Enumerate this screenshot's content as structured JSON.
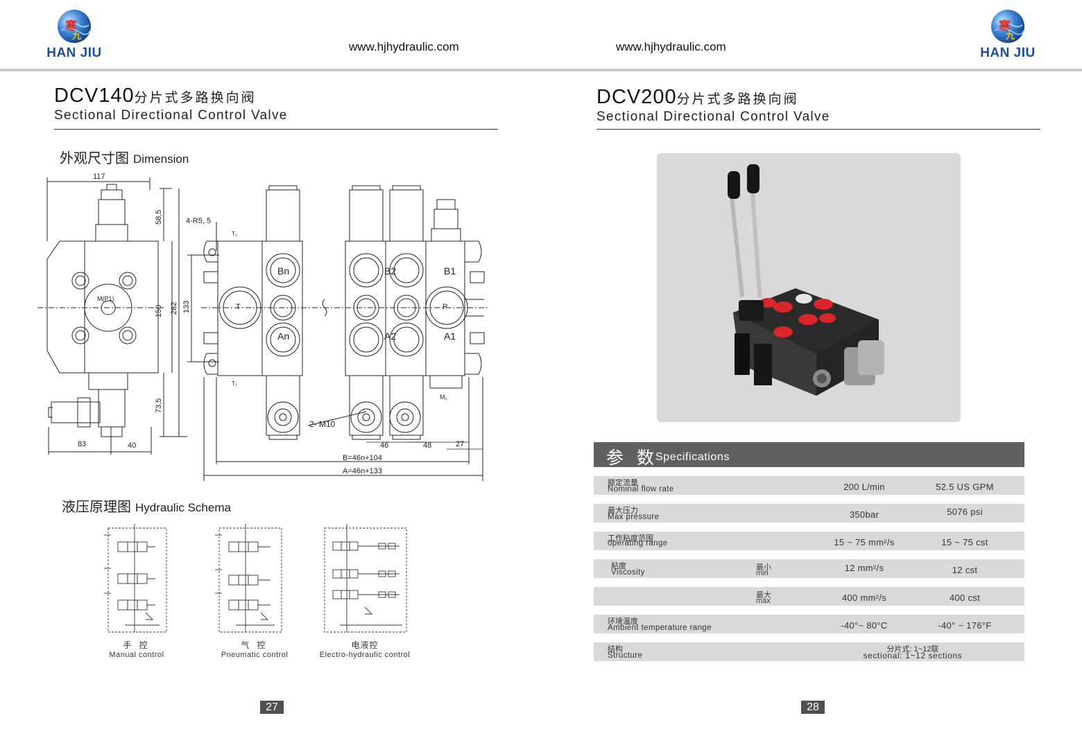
{
  "brand": {
    "name": "HAN JIU",
    "url_left": "www.hjhydraulic.com",
    "url_right": "www.hjhydraulic.com"
  },
  "left_page": {
    "model": "DCV140",
    "title_cn": "分片式多路换向阀",
    "title_en": "Sectional Directional Control Valve",
    "dimension_cn": "外观尺寸图",
    "dimension_en": "Dimension",
    "dims": {
      "d117": "117",
      "d58": "58,5",
      "r": "4-R5, 5",
      "t1": "T₁",
      "t2": "T₂",
      "d150": "150",
      "d282": "282",
      "d133": "133",
      "d73": "73,5",
      "d83": "83",
      "d40": "40",
      "m": "M(P1)",
      "bn": "Bn",
      "an": "An",
      "b2": "B2",
      "a2": "A2",
      "b1": "B1",
      "a1": "A1",
      "t": "T",
      "p": "P",
      "m1": "M₁",
      "m10": "2- M10",
      "d46": "46",
      "d48": "48",
      "d27": "27",
      "bformula": "B=46n+104",
      "aformula": "A=46n+133"
    },
    "schema_cn": "液压原理图",
    "schema_en": "Hydraulic Schema",
    "schemas": [
      {
        "cn": "手  控",
        "en": "Manual control"
      },
      {
        "cn": "气  控",
        "en": "Pneumatic control"
      },
      {
        "cn": "电液控",
        "en": "Electro-hydraulic control"
      }
    ],
    "page_number": "27"
  },
  "right_page": {
    "model": "DCV200",
    "title_cn": "分片式多路换向阀",
    "title_en": "Sectional Directional Control Valve",
    "spec_cn": "参 数",
    "spec_en": "Specifications",
    "specs": [
      {
        "cn": "额定流量",
        "en": "Nominal flow rate",
        "v1": "200 L/min",
        "v2": "52.5 US GPM"
      },
      {
        "cn": "最大压力",
        "en": "Max pressure",
        "v1": "350bar",
        "v2": "5076 psi"
      },
      {
        "cn": "工作粘度范围",
        "en": "operating range",
        "v1": "15 ~ 75 mm²/s",
        "v2": "15 ~ 75 cst"
      },
      {
        "cn": "粘度",
        "en": "Viscosity",
        "qcn": "最小",
        "qen": "min",
        "v1": "12 mm²/s",
        "v2": "12 cst"
      },
      {
        "cn": "",
        "en": "",
        "qcn": "最大",
        "qen": "max",
        "v1": "400 mm²/s",
        "v2": "400 cst"
      },
      {
        "cn": "环境温度",
        "en": "Ambient temperature range",
        "v1": "-40°~ 80°C",
        "v2": "-40° ~ 176°F"
      },
      {
        "cn": "结构",
        "en": "Structure",
        "mid_cn": "分片式: 1~12联",
        "mid_en": "sectional: 1~12 sections"
      }
    ],
    "page_number": "28"
  }
}
